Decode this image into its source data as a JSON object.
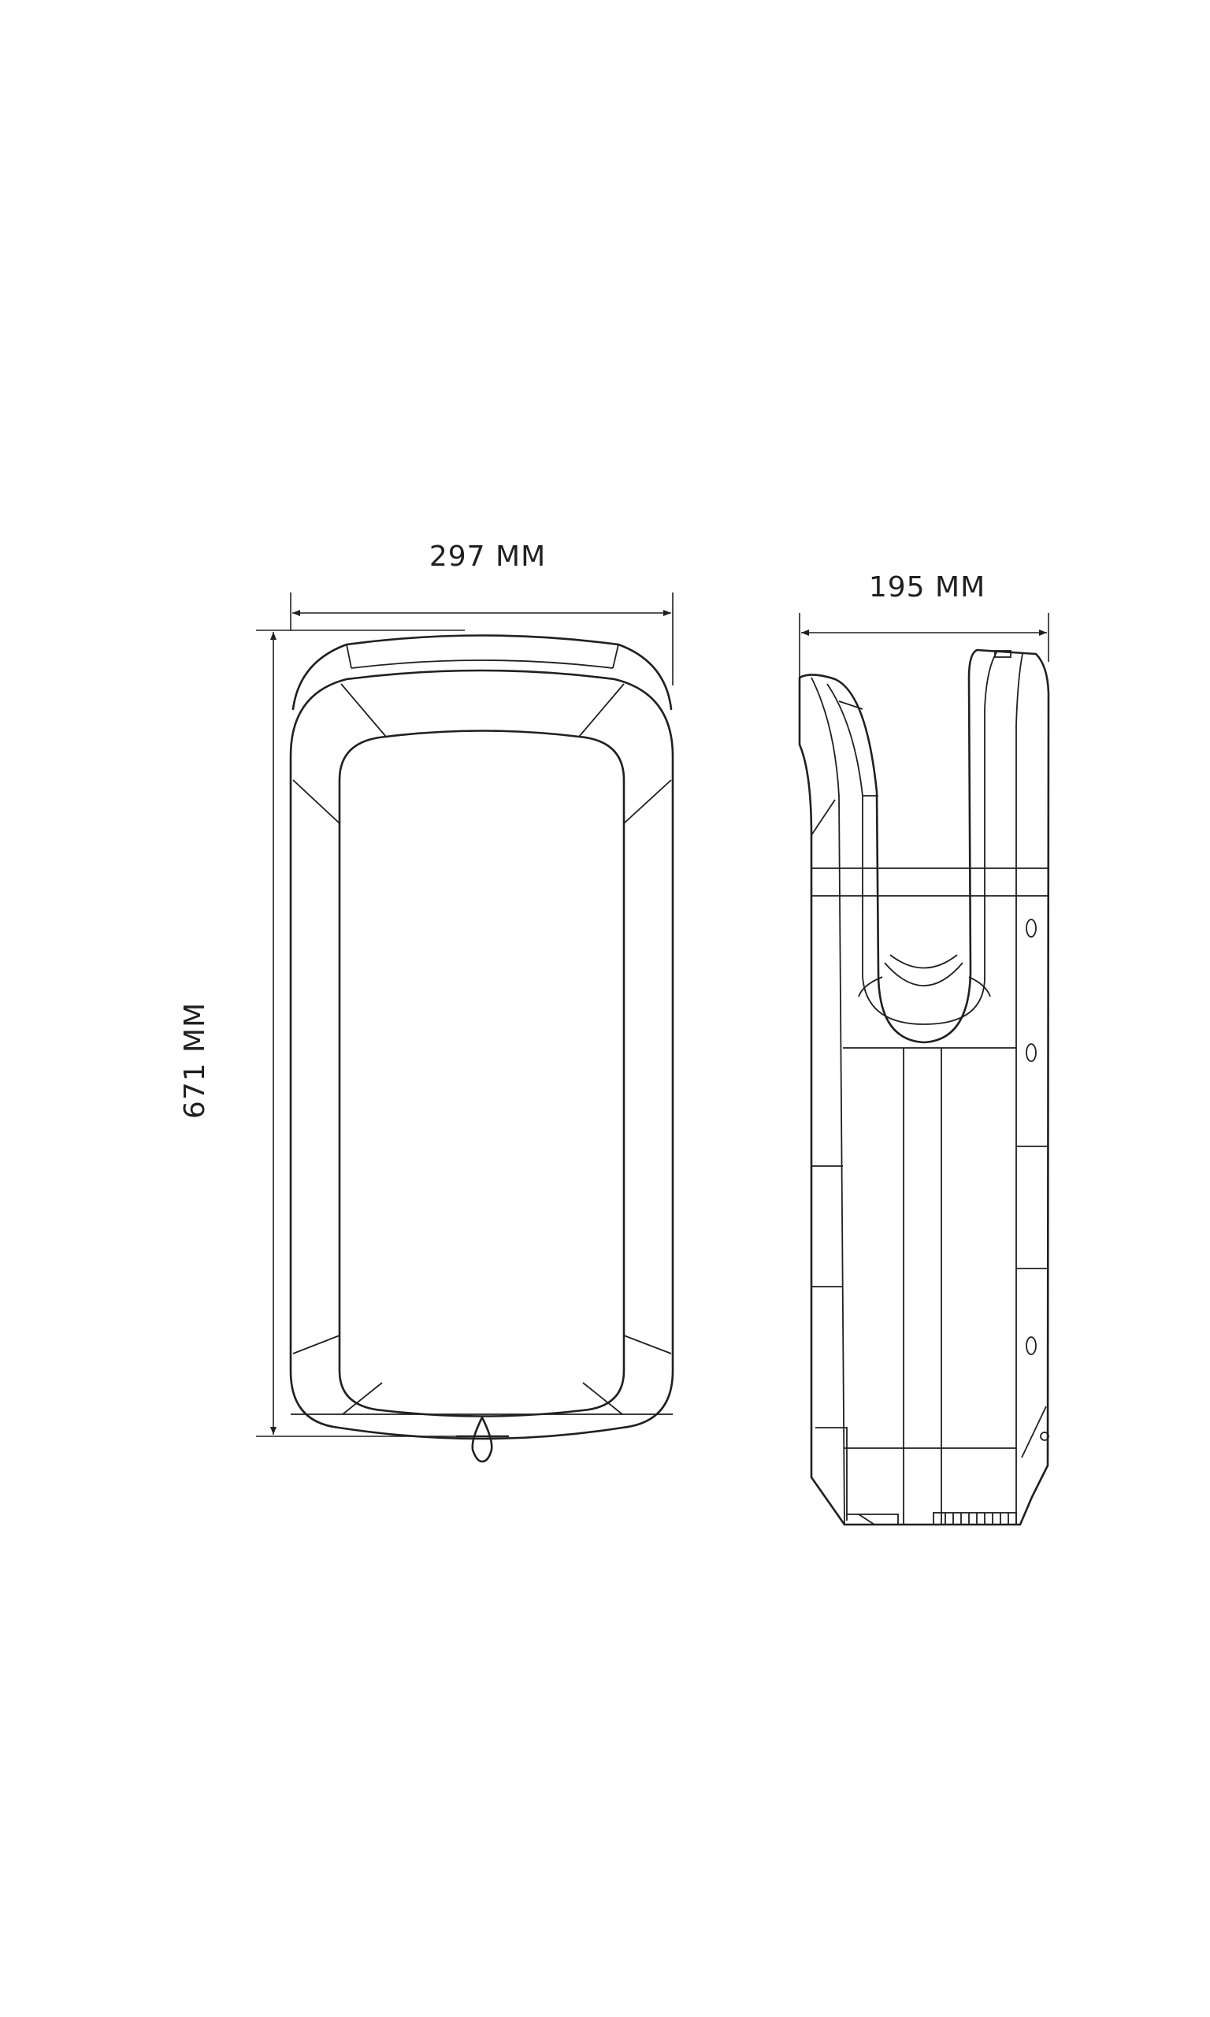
{
  "dimensions": {
    "width_label": "297 MM",
    "depth_label": "195 MM",
    "height_label": "671 MM"
  },
  "colors": {
    "line": "#231f20",
    "background": "#ffffff"
  }
}
